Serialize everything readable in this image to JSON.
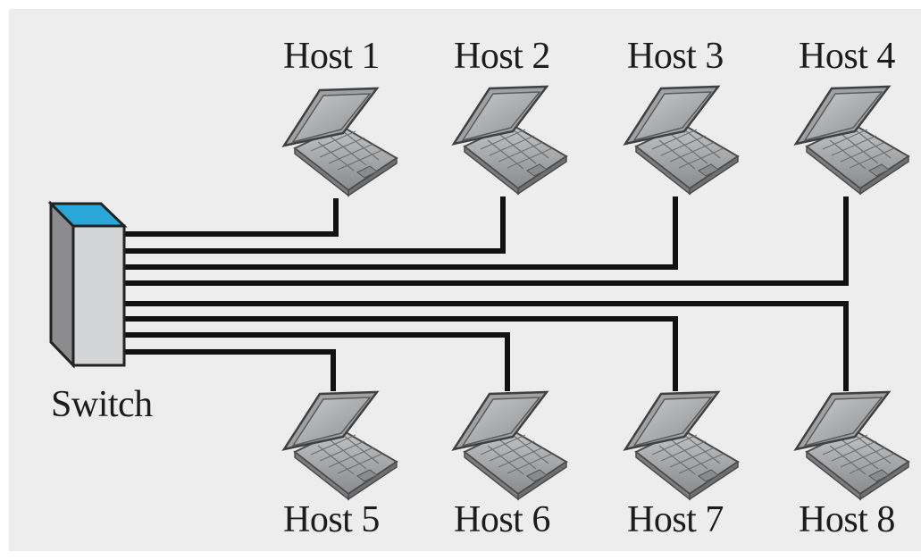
{
  "diagram": {
    "switch_label": "Switch",
    "hosts": [
      {
        "label": "Host 1"
      },
      {
        "label": "Host 2"
      },
      {
        "label": "Host 3"
      },
      {
        "label": "Host 4"
      },
      {
        "label": "Host 5"
      },
      {
        "label": "Host 6"
      },
      {
        "label": "Host 7"
      },
      {
        "label": "Host 8"
      }
    ],
    "colors": {
      "background": "#ededee",
      "cable": "#111111",
      "switch_top": "#2ba6d9",
      "switch_side": "#8c8c8e",
      "switch_front": "#d3d4d6"
    }
  }
}
